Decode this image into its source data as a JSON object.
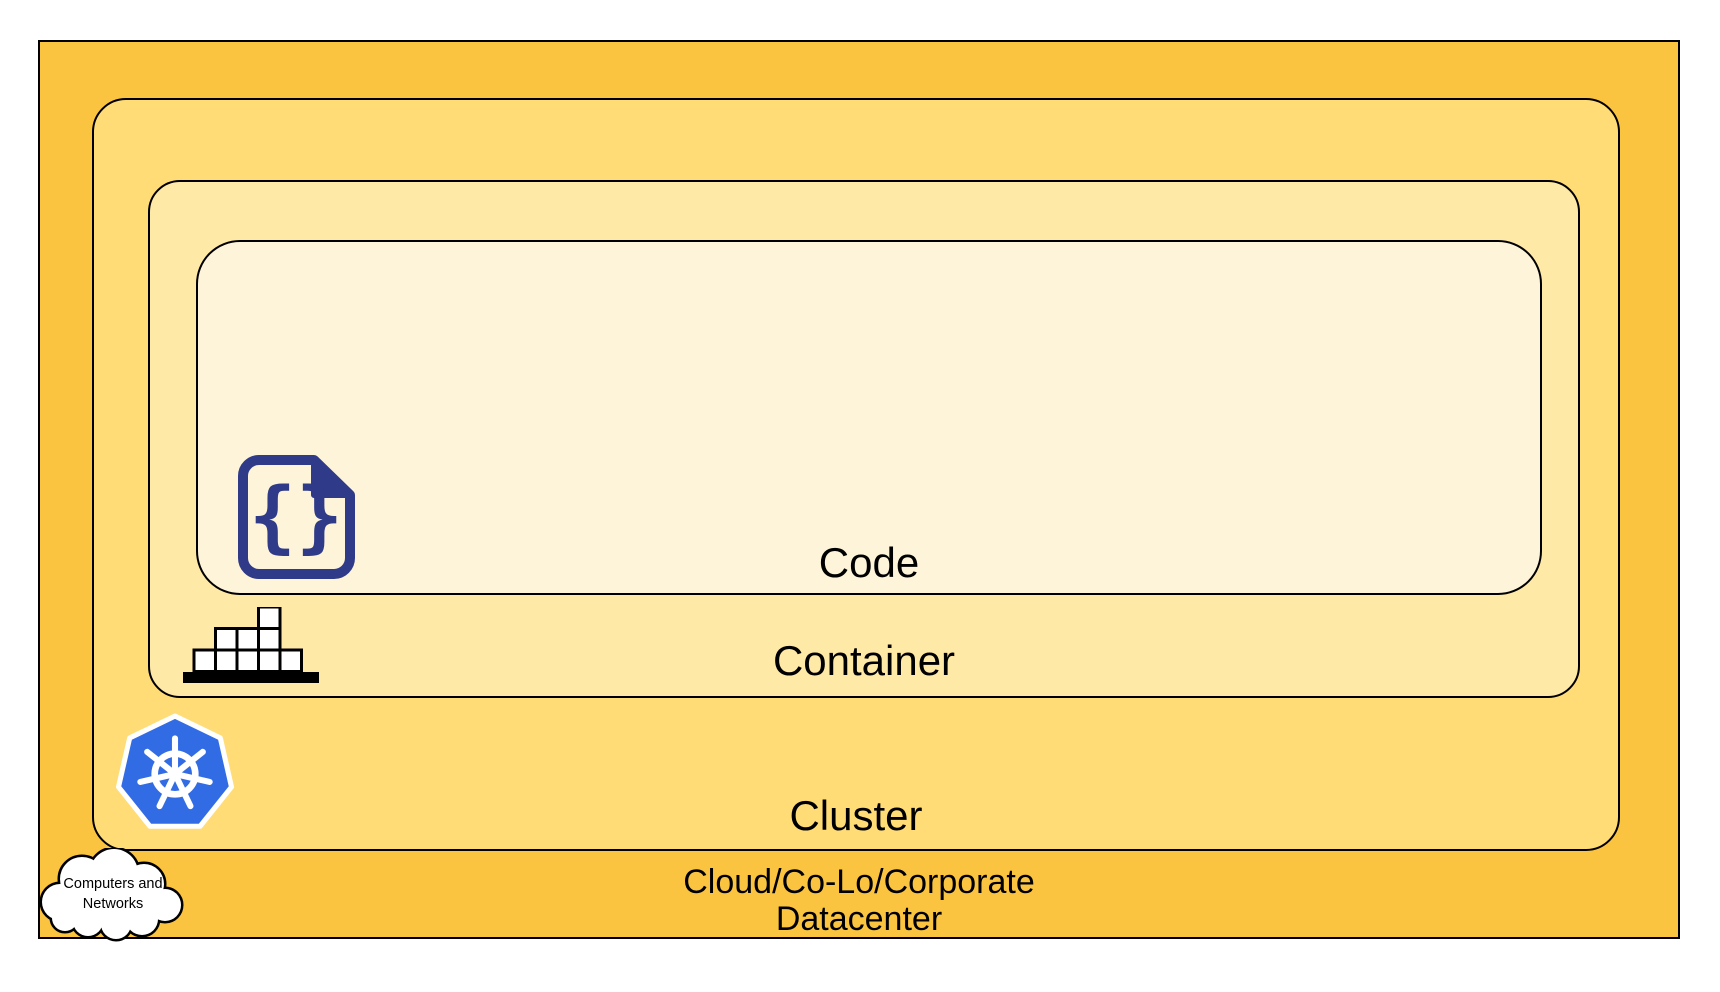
{
  "diagram": {
    "type": "nested-layers",
    "subject": "Kubernetes deployment abstraction layers",
    "layers": {
      "code": {
        "label": "Code",
        "fill": "#FDF4D9",
        "icon": "code-file-icon"
      },
      "container": {
        "label": "Container",
        "fill": "#FFE9A6",
        "icon": "container-stack-icon"
      },
      "cluster": {
        "label": "Cluster",
        "fill": "#FFDC75",
        "icon": "kubernetes-icon"
      },
      "datacenter": {
        "label_line1": "Cloud/Co-Lo/Corporate",
        "label_line2": "Datacenter",
        "fill": "#FBC440",
        "icon": "cloud-icon"
      }
    },
    "cloud_callout": {
      "line1": "Computers and",
      "line2": "Networks"
    },
    "colors": {
      "outline": "#000000",
      "code_icon_navy": "#2F3A88",
      "kubernetes_blue": "#326CE5",
      "icon_white": "#FFFFFF",
      "page_background": "#FFFFFF"
    }
  }
}
